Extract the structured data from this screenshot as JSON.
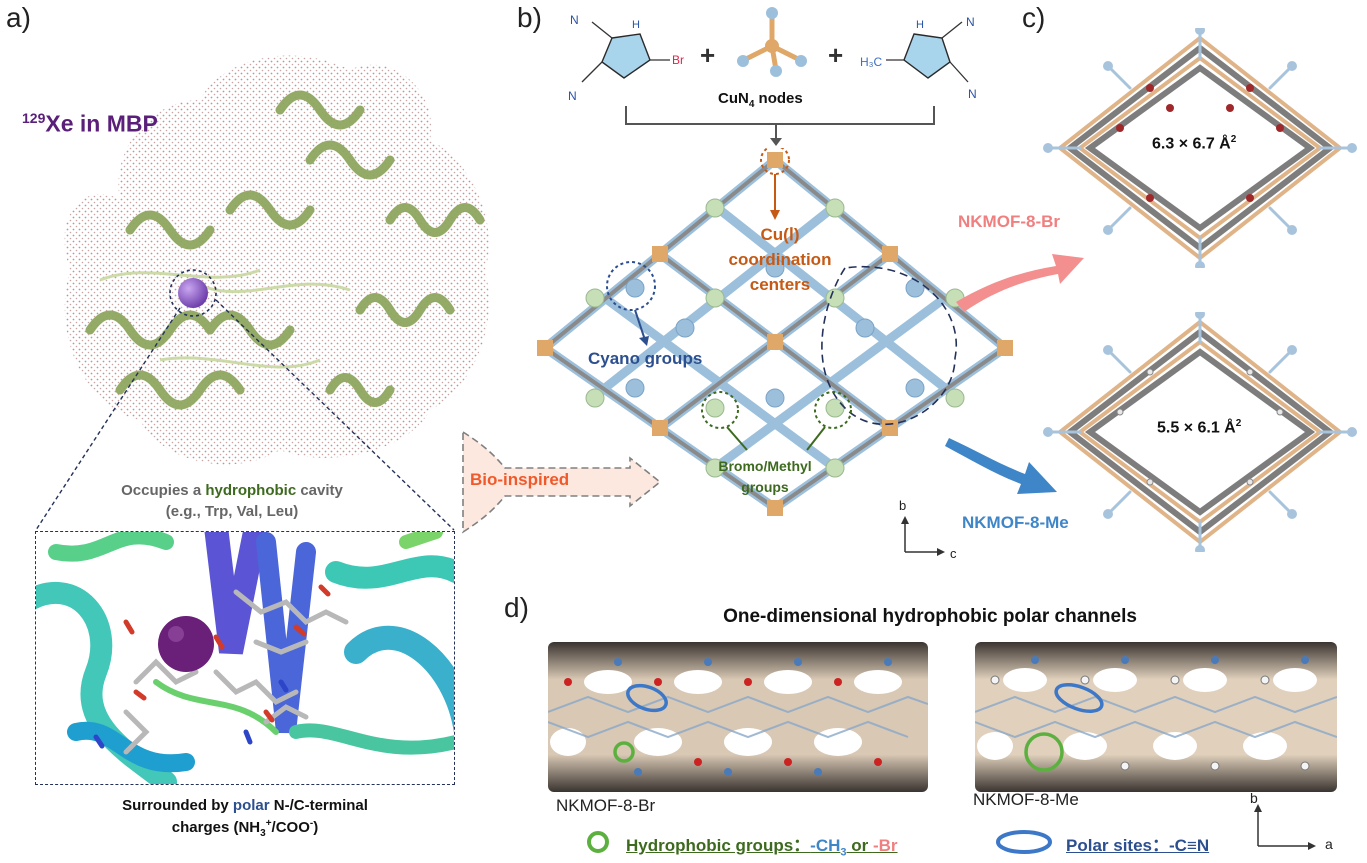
{
  "panels": {
    "a": {
      "letter": "a)",
      "title_sup": "129",
      "title_main": "Xe in MBP",
      "cavity_line1_pre": "Occupies a ",
      "cavity_line1_hl": "hydrophobic",
      "cavity_line1_post": " cavity",
      "cavity_line2": "(e.g., Trp, Val, Leu)",
      "caption_line1_pre": "Surrounded by ",
      "caption_line1_hl": "polar",
      "caption_line1_post": " N-/C-terminal",
      "caption_line2_pre": "charges (NH",
      "caption_line2_sub": "3",
      "caption_line2_sup1": "+",
      "caption_line2_mid": "/COO",
      "caption_line2_sup2": "-",
      "caption_line2_post": ")",
      "bio_inspired": "Bio-inspired"
    },
    "b": {
      "letter": "b)",
      "plus1": "+",
      "plus2": "+",
      "br_label": "Br",
      "methyl_label": "H₃C",
      "n_label": "N",
      "nh_label": "H",
      "nodes_pre": "CuN",
      "nodes_sub": "4",
      "nodes_post": " nodes",
      "cu_line1": "Cu(Ⅰ)",
      "cu_line2": "coordination",
      "cu_line3": "centers",
      "cyano": "Cyano groups",
      "bromo_line1": "Bromo/Methyl",
      "bromo_line2": "groups",
      "axis_b": "b",
      "axis_c": "c"
    },
    "c": {
      "letter": "c)",
      "br_name": "NKMOF-8-Br",
      "me_name": "NKMOF-8-Me",
      "br_pore": "6.3 × 6.7 Å",
      "br_pore_sup": "2",
      "me_pore": "5.5 × 6.1 Å",
      "me_pore_sup": "2"
    },
    "d": {
      "letter": "d)",
      "title": "One-dimensional hydrophobic polar channels",
      "left_name": "NKMOF-8-Br",
      "right_name": "NKMOF-8-Me",
      "legend_hydro_pre": "Hydrophobic groups：",
      "legend_hydro_ch3": "-CH",
      "legend_hydro_ch3_sub": "3",
      "legend_hydro_or": " or ",
      "legend_hydro_br": "-Br",
      "legend_polar_pre": "Polar sites：",
      "legend_polar_cn": "-C≡N",
      "axis_b": "b",
      "axis_a": "a"
    }
  },
  "colors": {
    "purple": "#5a1f78",
    "green_dark": "#3d6a1f",
    "blue_dark": "#2c4f8f",
    "orange": "#c65a15",
    "pink": "#f07f7f",
    "blue_arrow": "#3f86c8",
    "br_red": "#d8274a",
    "methyl_blue": "#3d6fc2",
    "bio_orange": "#f0592a",
    "cu_tan": "#e0a868",
    "ball_blue": "#9cc0dc",
    "ball_green": "#c6dfb6"
  }
}
